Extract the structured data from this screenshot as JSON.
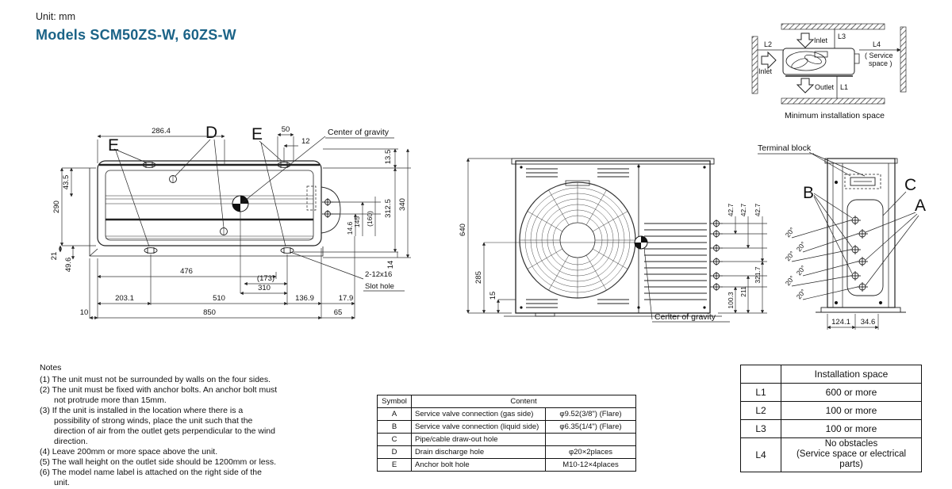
{
  "header": {
    "unit_label": "Unit: mm",
    "title": "Models SCM50ZS-W, 60ZS-W"
  },
  "colors": {
    "title_accent": "#1b6387",
    "line": "#222222"
  },
  "min_space": {
    "caption": "Minimum installation space",
    "l1": "L1",
    "l2": "L2",
    "l3": "L3",
    "l4": "L4",
    "inlet_top": "Inlet",
    "inlet_left": "Inlet",
    "outlet": "Outlet",
    "service_1": "( Service",
    "service_2": "space )"
  },
  "top_view": {
    "cog_label": "Center of gravity",
    "slot_label_1": "2-12x16",
    "slot_label_2": "Slot hole",
    "label_e": "E",
    "label_d": "D",
    "dims": {
      "w286_4": "286.4",
      "w50": "50",
      "w12": "12",
      "h43_5": "43.5",
      "h290": "290",
      "h21": "21",
      "h49_6": "49.6",
      "h13_5": "13.5",
      "h312_5": "312.5",
      "h340": "340",
      "h14_6": "14.6",
      "h145": "145",
      "h160": "(160)",
      "h14": "14",
      "w476": "476",
      "w173": "(173)",
      "w310": "310",
      "w203_1": "203.1",
      "w510": "510",
      "w136_9": "136.9",
      "w17_9": "17.9",
      "w10": "10",
      "w850": "850",
      "w65": "65"
    }
  },
  "front_view": {
    "cog_label": "Center of gravity",
    "dims": {
      "h640": "640",
      "h285": "285",
      "h15": "15",
      "s42_7": "42.7",
      "h100_3": "100.3",
      "h211": "211",
      "h321_7": "321.7"
    }
  },
  "side_view": {
    "terminal_label": "Terminal block",
    "label_a": "A",
    "label_b": "B",
    "label_c": "C",
    "angle": "20°",
    "dims": {
      "w124_1": "124.1",
      "w34_6": "34.6"
    }
  },
  "notes": {
    "title": "Notes",
    "items": [
      "(1) The unit must not be surrounded by walls on the four sides.",
      "(2) The unit must be fixed with anchor bolts. An anchor bolt must not protrude more than 15mm.",
      "(3) If the unit is installed in the location where there is a possibility of strong winds, place the unit such that the direction of air from the outlet gets perpendicular to the wind direction.",
      "(4) Leave 200mm or more space above the unit.",
      "(5) The wall height on the outlet side should be 1200mm or less.",
      "(6) The model name label is attached on the right side of the unit."
    ]
  },
  "symbol_table": {
    "col_symbol": "Symbol",
    "col_content": "Content",
    "rows": [
      {
        "symbol": "A",
        "content": "Service valve connection (gas side)",
        "value": "φ9.52(3/8\") (Flare)"
      },
      {
        "symbol": "B",
        "content": "Service valve connection (liquid side)",
        "value": "φ6.35(1/4\") (Flare)"
      },
      {
        "symbol": "C",
        "content": "Pipe/cable draw-out hole",
        "value": ""
      },
      {
        "symbol": "D",
        "content": "Drain discharge hole",
        "value": "φ20×2places"
      },
      {
        "symbol": "E",
        "content": "Anchor bolt hole",
        "value": "M10-12×4places"
      }
    ]
  },
  "install_table": {
    "header": "Installation space",
    "rows": [
      {
        "key": "L1",
        "line1": "600  or more",
        "line2": ""
      },
      {
        "key": "L2",
        "line1": "100  or more",
        "line2": ""
      },
      {
        "key": "L3",
        "line1": "100  or more",
        "line2": ""
      },
      {
        "key": "L4",
        "line1": "No obstacles",
        "line2": "(Service space or electrical parts)"
      }
    ]
  }
}
